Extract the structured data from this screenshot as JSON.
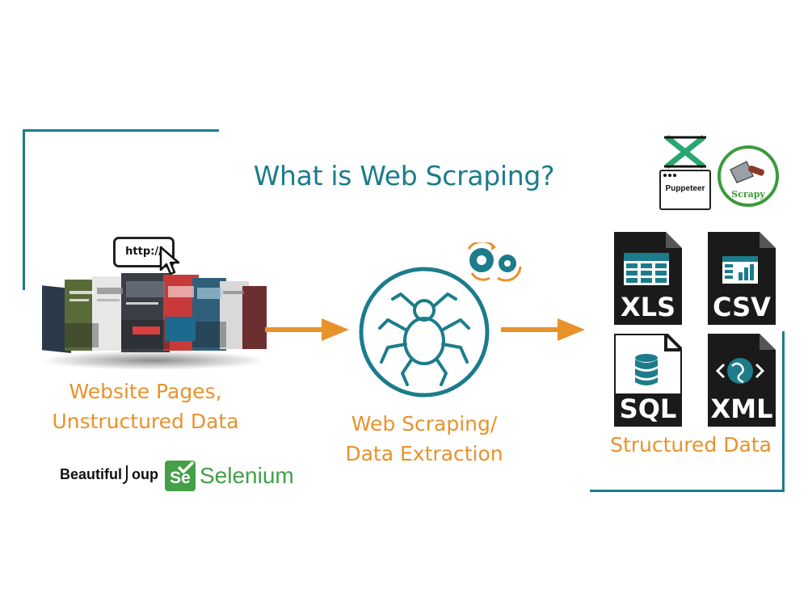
{
  "title": "What is Web Scraping?",
  "left": {
    "url_text": "http://",
    "caption_line1": "Website Pages,",
    "caption_line2": "Unstructured Data",
    "logos": {
      "beautifulsoup_pre": "Beautiful",
      "beautifulsoup_post": "oup",
      "selenium_badge": "Se",
      "selenium_name": "Selenium"
    }
  },
  "center": {
    "caption_line1": "Web Scraping/",
    "caption_line2": "Data Extraction"
  },
  "right": {
    "files": [
      {
        "label": "XLS",
        "icon": "table-icon"
      },
      {
        "label": "CSV",
        "icon": "spreadsheet-chart-icon"
      },
      {
        "label": "SQL",
        "icon": "database-icon"
      },
      {
        "label": "XML",
        "icon": "globe-code-icon"
      }
    ],
    "caption": "Structured Data",
    "tools": {
      "puppeteer": "Puppeteer",
      "scrapy": "Scrapy"
    }
  },
  "colors": {
    "teal": "#1c7c8c",
    "orange": "#e8922c",
    "dark": "#1a1a1a",
    "green": "#43a047"
  }
}
